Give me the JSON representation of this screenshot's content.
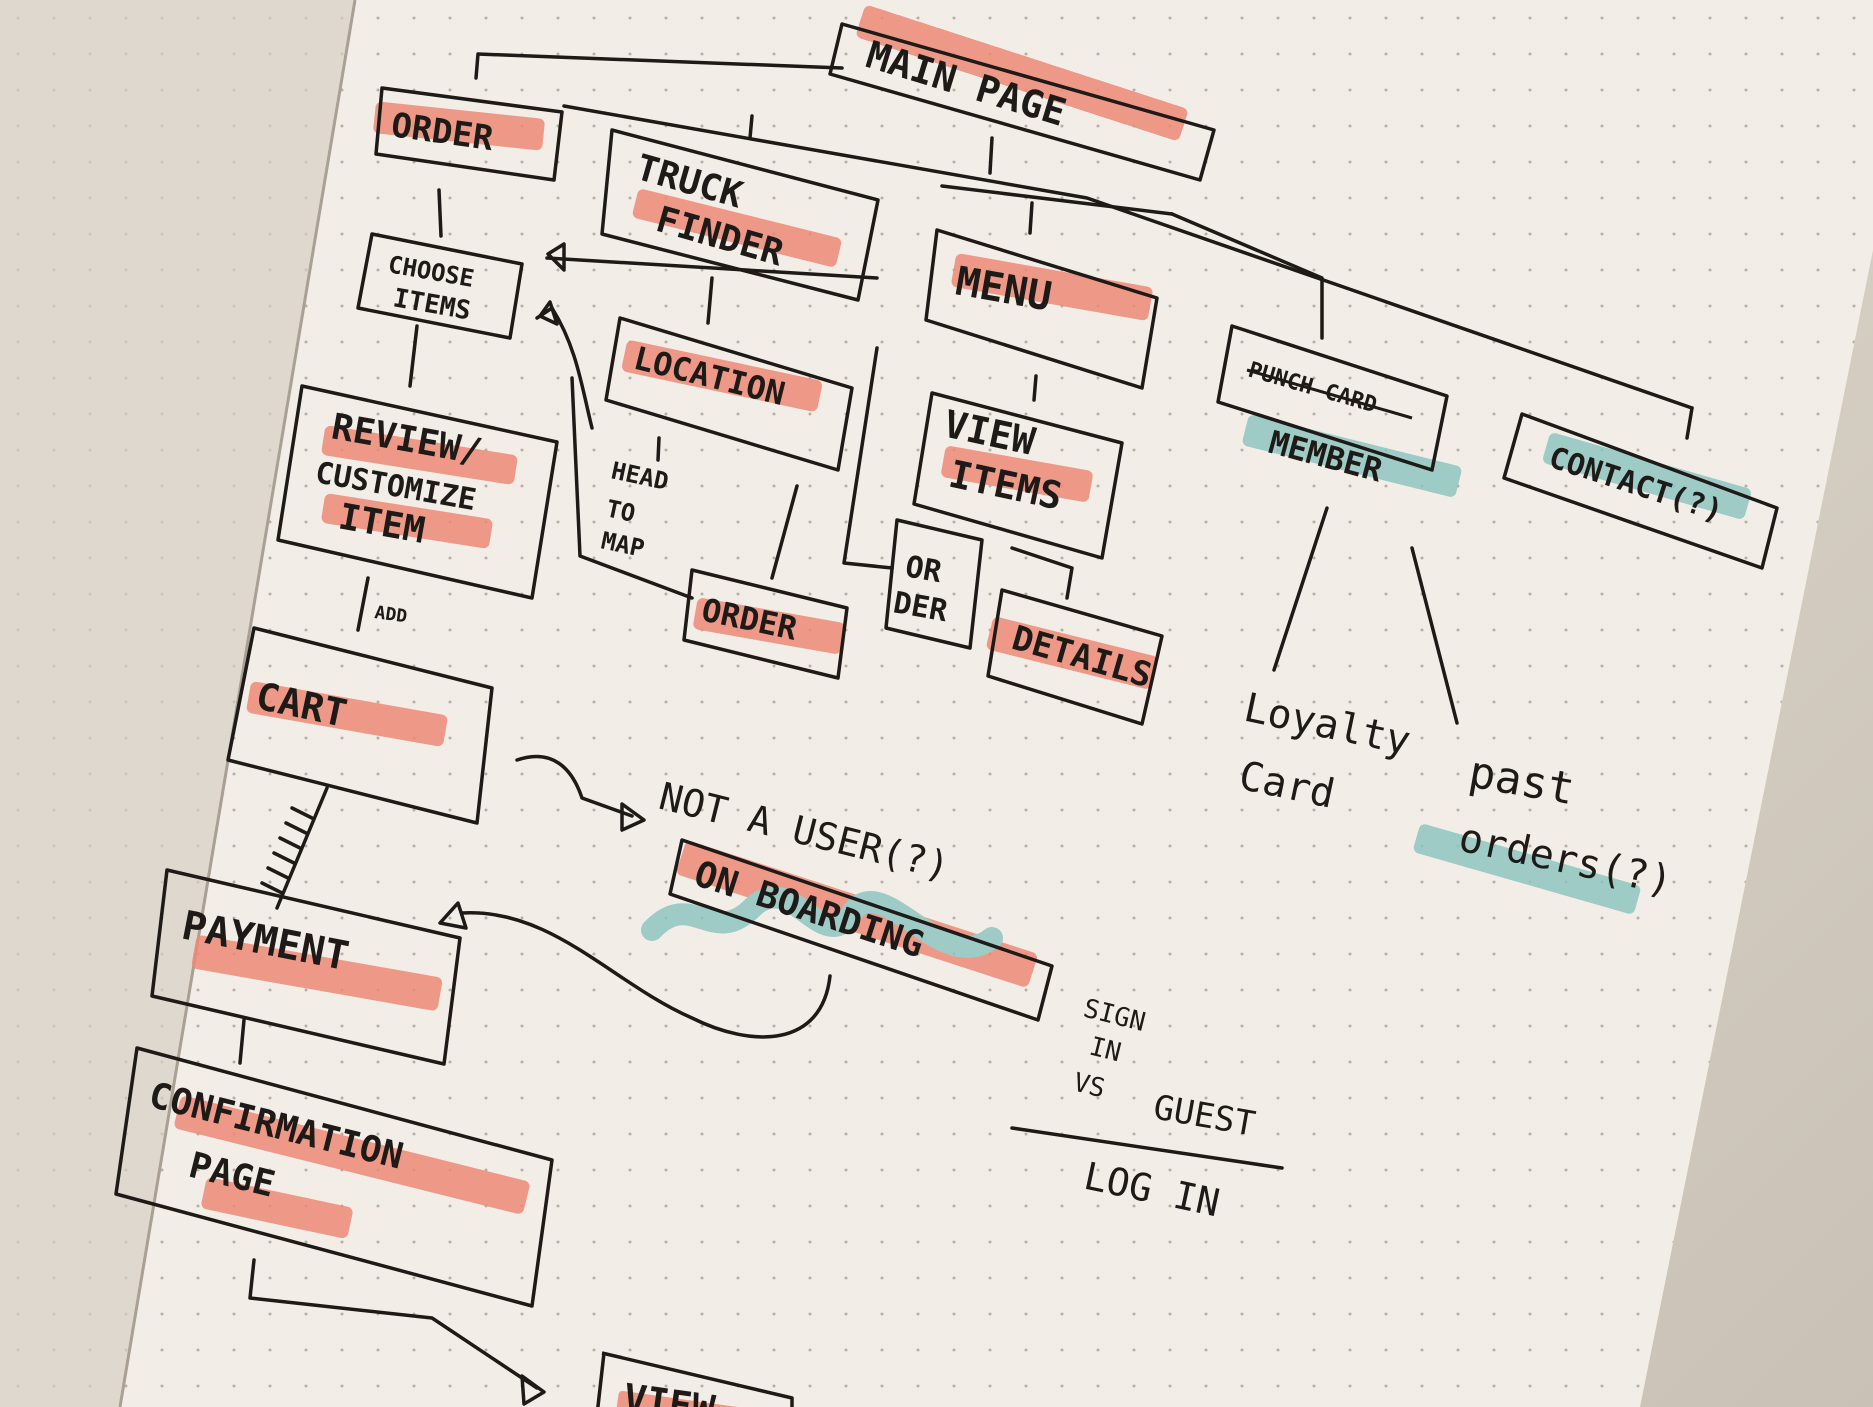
{
  "colors": {
    "ink": "#1d1a17",
    "highlight_red": "#ee8a76",
    "highlight_teal": "#8fc4bf",
    "paper": "#f1ede6",
    "background_notebook": "#ded7cc"
  },
  "nodes": {
    "main_page": "MAIN PAGE",
    "order_top": "ORDER",
    "truck_finder_1": "TRUCK",
    "truck_finder_2": "FINDER",
    "menu": "MENU",
    "member_crossed": "PUNCH CARD",
    "member": "MEMBER",
    "contact": "CONTACT(?)",
    "choose_items_1": "CHOOSE",
    "choose_items_2": "ITEMS",
    "location": "LOCATION",
    "view_items_1": "VIEW",
    "view_items_2": "ITEMS",
    "review_1": "REVIEW/",
    "review_2": "CUSTOMIZE",
    "review_3": "ITEM",
    "head_to_map_1": "HEAD",
    "head_to_map_2": "TO",
    "head_to_map_3": "MAP",
    "order_location": "ORDER",
    "order_small_1": "OR",
    "order_small_2": "DER",
    "details": "DETAILS",
    "add": "ADD",
    "cart": "CART",
    "loyalty_1": "Loyalty",
    "loyalty_2": "Card",
    "past_1": "past",
    "past_2": "orders(?)",
    "not_a_user": "NOT A USER(?)",
    "onboarding": "ON BOARDING",
    "payment": "PAYMENT",
    "sign_in_1": "SIGN",
    "sign_in_2": "IN",
    "vs": "VS",
    "guest": "GUEST",
    "log_in": "LOG IN",
    "confirmation_1": "CONFIRMATION",
    "confirmation_2": "PAGE",
    "view_bottom": "VIEW"
  }
}
